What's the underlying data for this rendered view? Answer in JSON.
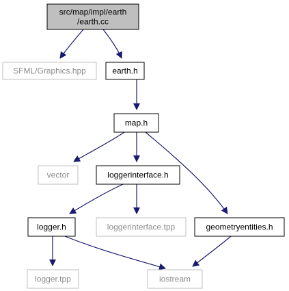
{
  "colors": {
    "background": "#ffffff",
    "edge": "#191970",
    "focus_fill": "#bfbfbf",
    "focus_stroke": "#000000",
    "local_stroke": "#000000",
    "external_stroke": "#bfbfbf",
    "local_text": "#000000",
    "external_text": "#8c8c8c"
  },
  "nodes": [
    {
      "id": "earth_cc",
      "kind": "focus",
      "lines": [
        "src/map/impl/earth",
        "/earth.cc"
      ]
    },
    {
      "id": "sfml_graphics",
      "kind": "external",
      "lines": [
        "SFML/Graphics.hpp"
      ]
    },
    {
      "id": "earth_h",
      "kind": "local",
      "lines": [
        "earth.h"
      ]
    },
    {
      "id": "map_h",
      "kind": "local",
      "lines": [
        "map.h"
      ]
    },
    {
      "id": "vector",
      "kind": "external",
      "lines": [
        "vector"
      ]
    },
    {
      "id": "loggerinterface_h",
      "kind": "local",
      "lines": [
        "loggerinterface.h"
      ]
    },
    {
      "id": "geometryentities_h",
      "kind": "local",
      "lines": [
        "geometryentities.h"
      ]
    },
    {
      "id": "logger_h",
      "kind": "local",
      "lines": [
        "logger.h"
      ]
    },
    {
      "id": "loggerinterface_tpp",
      "kind": "external",
      "lines": [
        "loggerinterface.tpp"
      ]
    },
    {
      "id": "logger_tpp",
      "kind": "external",
      "lines": [
        "logger.tpp"
      ]
    },
    {
      "id": "iostream",
      "kind": "external",
      "lines": [
        "iostream"
      ]
    }
  ],
  "edges": [
    {
      "from": "earth_cc",
      "to": "sfml_graphics"
    },
    {
      "from": "earth_cc",
      "to": "earth_h"
    },
    {
      "from": "earth_h",
      "to": "map_h"
    },
    {
      "from": "map_h",
      "to": "vector"
    },
    {
      "from": "map_h",
      "to": "loggerinterface_h"
    },
    {
      "from": "map_h",
      "to": "geometryentities_h"
    },
    {
      "from": "loggerinterface_h",
      "to": "logger_h"
    },
    {
      "from": "loggerinterface_h",
      "to": "loggerinterface_tpp"
    },
    {
      "from": "logger_h",
      "to": "logger_tpp"
    },
    {
      "from": "logger_h",
      "to": "iostream"
    },
    {
      "from": "geometryentities_h",
      "to": "iostream"
    }
  ]
}
